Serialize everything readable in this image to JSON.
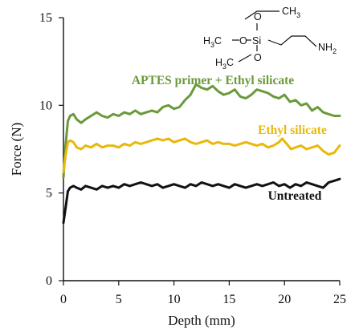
{
  "chart_data": {
    "type": "line",
    "title": "",
    "xlabel": "Depth (mm)",
    "ylabel": "Force (N)",
    "xlim": [
      0,
      25
    ],
    "ylim": [
      0,
      15
    ],
    "x_ticks": [
      0,
      5,
      10,
      15,
      20,
      25
    ],
    "y_ticks": [
      0,
      5,
      10,
      15
    ],
    "grid": false,
    "series": [
      {
        "name": "APTES primer + Ethyl silicate",
        "color": "#6a9a3a",
        "x": [
          0,
          0.2,
          0.4,
          0.6,
          0.9,
          1.2,
          1.6,
          2.0,
          2.5,
          3.0,
          3.5,
          4.0,
          4.5,
          5.0,
          5.5,
          6.0,
          6.5,
          7.0,
          7.5,
          8.0,
          8.5,
          9.0,
          9.5,
          10.0,
          10.5,
          11.0,
          11.5,
          12.0,
          12.5,
          13.0,
          13.5,
          14.0,
          14.5,
          15.0,
          15.5,
          16.0,
          16.5,
          17.0,
          17.5,
          18.0,
          18.5,
          19.0,
          19.5,
          20.0,
          20.5,
          21.0,
          21.5,
          22.0,
          22.5,
          23.0,
          23.5,
          24.0,
          24.5,
          25.0
        ],
        "y": [
          5.9,
          7.8,
          9.1,
          9.4,
          9.5,
          9.2,
          9.0,
          9.2,
          9.4,
          9.6,
          9.4,
          9.3,
          9.5,
          9.4,
          9.6,
          9.5,
          9.7,
          9.5,
          9.6,
          9.7,
          9.6,
          9.9,
          10.0,
          9.8,
          9.9,
          10.3,
          10.6,
          11.2,
          11.0,
          10.9,
          11.1,
          10.8,
          10.6,
          10.7,
          10.9,
          10.5,
          10.4,
          10.6,
          10.9,
          10.8,
          10.7,
          10.5,
          10.4,
          10.6,
          10.2,
          10.3,
          10.0,
          10.1,
          9.7,
          9.9,
          9.6,
          9.5,
          9.4,
          9.4
        ]
      },
      {
        "name": "Ethyl silicate",
        "color": "#e9b80c",
        "x": [
          0,
          0.2,
          0.4,
          0.6,
          0.9,
          1.2,
          1.6,
          2.0,
          2.5,
          3.0,
          3.5,
          4.0,
          4.5,
          5.0,
          5.5,
          6.0,
          6.5,
          7.0,
          7.5,
          8.0,
          8.5,
          9.0,
          9.5,
          10.0,
          10.5,
          11.0,
          11.5,
          12.0,
          12.5,
          13.0,
          13.5,
          14.0,
          14.5,
          15.0,
          15.5,
          16.0,
          16.5,
          17.0,
          17.5,
          18.0,
          18.5,
          19.0,
          19.5,
          19.8,
          20.2,
          20.6,
          21.0,
          21.5,
          22.0,
          22.5,
          23.0,
          23.5,
          24.0,
          24.5,
          25.0
        ],
        "y": [
          6.2,
          7.2,
          7.9,
          8.0,
          7.9,
          7.6,
          7.5,
          7.7,
          7.6,
          7.8,
          7.6,
          7.7,
          7.7,
          7.6,
          7.8,
          7.7,
          7.9,
          7.8,
          7.9,
          8.0,
          8.1,
          8.0,
          8.1,
          7.9,
          8.0,
          8.1,
          7.9,
          7.8,
          7.9,
          8.0,
          7.8,
          7.9,
          7.8,
          7.8,
          7.7,
          7.8,
          7.9,
          7.8,
          7.7,
          7.8,
          7.6,
          7.7,
          7.9,
          8.1,
          7.8,
          7.5,
          7.6,
          7.7,
          7.5,
          7.6,
          7.7,
          7.4,
          7.2,
          7.3,
          7.7
        ]
      },
      {
        "name": "Untreated",
        "color": "#111111",
        "x": [
          0,
          0.2,
          0.4,
          0.6,
          0.9,
          1.2,
          1.6,
          2.0,
          2.5,
          3.0,
          3.5,
          4.0,
          4.5,
          5.0,
          5.5,
          6.0,
          6.5,
          7.0,
          7.5,
          8.0,
          8.5,
          9.0,
          9.5,
          10.0,
          10.5,
          11.0,
          11.5,
          12.0,
          12.5,
          13.0,
          13.5,
          14.0,
          14.5,
          15.0,
          15.5,
          16.0,
          16.5,
          17.0,
          17.5,
          18.0,
          18.5,
          19.0,
          19.5,
          20.0,
          20.5,
          21.0,
          21.5,
          22.0,
          22.5,
          23.0,
          23.5,
          24.0,
          24.5,
          25.0
        ],
        "y": [
          3.3,
          4.2,
          5.1,
          5.3,
          5.4,
          5.3,
          5.2,
          5.4,
          5.3,
          5.2,
          5.4,
          5.3,
          5.4,
          5.3,
          5.5,
          5.4,
          5.5,
          5.6,
          5.5,
          5.4,
          5.5,
          5.3,
          5.4,
          5.5,
          5.4,
          5.3,
          5.5,
          5.4,
          5.6,
          5.5,
          5.4,
          5.5,
          5.4,
          5.3,
          5.5,
          5.4,
          5.3,
          5.4,
          5.5,
          5.4,
          5.5,
          5.6,
          5.4,
          5.5,
          5.3,
          5.5,
          5.4,
          5.6,
          5.5,
          5.4,
          5.3,
          5.6,
          5.7,
          5.8
        ]
      }
    ],
    "annotations": [
      "APTES primer + Ethyl silicate",
      "Ethyl silicate",
      "Untreated"
    ],
    "molecule": {
      "atoms": [
        "CH",
        "3",
        "H",
        "3",
        "C",
        "O",
        "Si",
        "NH",
        "2",
        "H",
        "3",
        "C",
        "O",
        "O"
      ]
    }
  }
}
